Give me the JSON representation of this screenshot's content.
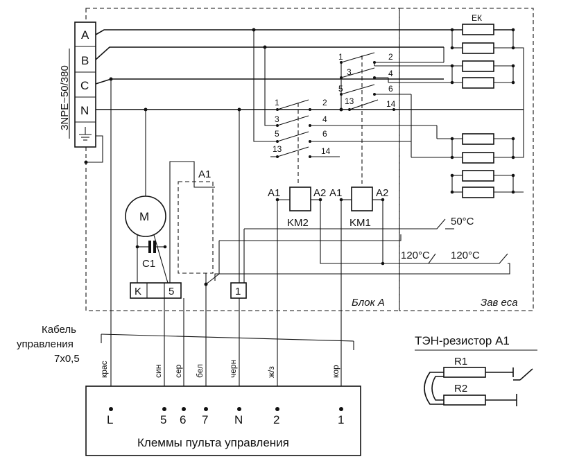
{
  "supply": {
    "label": "3NPE~50/380",
    "terminals": [
      "A",
      "B",
      "C",
      "N"
    ]
  },
  "heater": {
    "label": "ЕК"
  },
  "contacts_top": {
    "pins": [
      "1",
      "2",
      "3",
      "4",
      "5",
      "6",
      "13",
      "14"
    ]
  },
  "contacts_left": {
    "pins": [
      "1",
      "2",
      "3",
      "4",
      "5",
      "6",
      "13",
      "14"
    ]
  },
  "contactors": [
    {
      "name": "KM2",
      "a1": "A1",
      "a2": "A2"
    },
    {
      "name": "KM1",
      "a1": "A1",
      "a2": "A2"
    }
  ],
  "thermostats": {
    "t50": "50°C",
    "t120a": "120°C",
    "t120b": "120°C"
  },
  "motor": {
    "label": "M",
    "capacitor": "C1"
  },
  "resistor_block": {
    "label": "A1"
  },
  "local_terminals": {
    "k": "K",
    "five": "5",
    "one": "1"
  },
  "blocks": {
    "block_a": "Блок А",
    "curtain": "Зав еса"
  },
  "cable": {
    "line1": "Кабель",
    "line2": "управления",
    "line3": "7x0,5"
  },
  "wires": [
    "крас",
    "син",
    "сер",
    "бел",
    "черн",
    "ж/з",
    "кор"
  ],
  "panel": {
    "terminals": [
      "L",
      "5",
      "6",
      "7",
      "N",
      "2",
      "1"
    ],
    "title": "Клеммы пульта управления"
  },
  "inset": {
    "title": "ТЭН-резистор А1",
    "r1": "R1",
    "r2": "R2"
  }
}
